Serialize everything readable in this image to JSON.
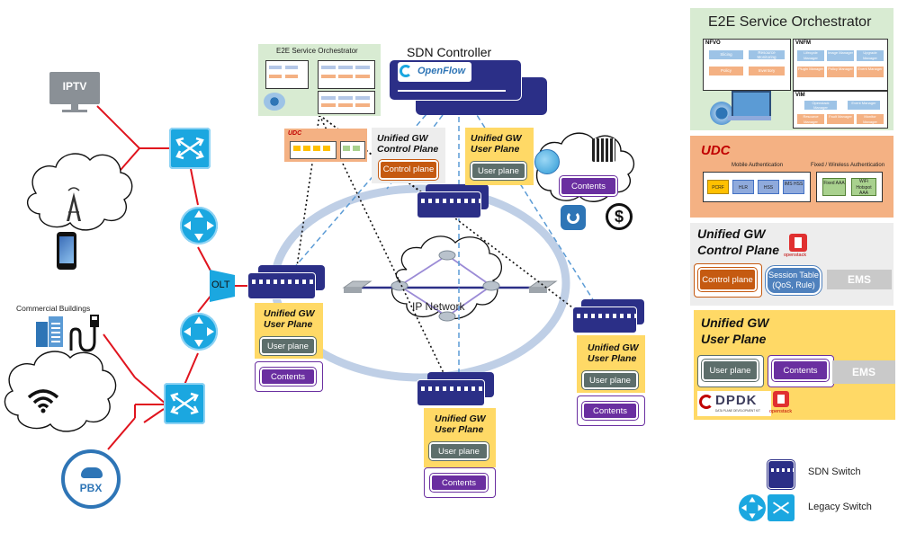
{
  "devices": {
    "iptv": "IPTV",
    "olt": "OLT",
    "pbx": "PBX",
    "commercial_buildings": "Commercial Buildings"
  },
  "center": {
    "sdn_controller": "SDN Controller",
    "openflow": "OpenFlow",
    "ip_network": "IP Network",
    "mini_e2e": "E2E Service Orchestrator",
    "mini_udc": "UDC",
    "ugw_control_title": "Unified GW Control Plane",
    "control_plane": "Control plane",
    "ugw_user_title": "Unified GW User Plane",
    "user_plane": "User plane",
    "contents": "Contents"
  },
  "legend": {
    "sdn_switch": "SDN Switch",
    "legacy_switch": "Legacy Switch"
  },
  "right": {
    "e2e": {
      "title": "E2E Service Orchestrator",
      "nfvo": "NFVO",
      "vnfm": "VNFM",
      "vim": "VIM",
      "nfvo_items": [
        "Slicing",
        "Resource Monitoring",
        "Policy",
        "Inventory"
      ],
      "vnfm_items": [
        "Lifecycle Manager",
        "Image Manager",
        "Upgrade Manager",
        "Plugin Manager",
        "Policy Manager",
        "Event Manager"
      ],
      "vim_items": [
        "Openstack Manager",
        "Event Manager",
        "Resource Manager",
        "Fault Manager",
        "Monitor Manager"
      ]
    },
    "udc": {
      "title": "UDC",
      "mobile_auth": "Mobile Authentication",
      "fixed_auth": "Fixed / Wireless Authentication",
      "mobile_items": [
        "PCRF",
        "HLR",
        "HSS",
        "IMS HSS"
      ],
      "fixed_items": [
        "Fixed AAA",
        "WiFi Hotspot AAA"
      ]
    },
    "ugw_cp": {
      "title_line1": "Unified GW",
      "title_line2": "Control Plane",
      "openstack": "openstack",
      "control_plane": "Control plane",
      "session_table": "Session Table (QoS, Rule)",
      "ems": "EMS"
    },
    "ugw_up": {
      "title_line1": "Unified GW",
      "title_line2": "User Plane",
      "user_plane": "User plane",
      "contents": "Contents",
      "ems": "EMS",
      "dpdk": "DPDK",
      "dpdk_sub": "DATA PLANE DEVELOPMENT KIT",
      "openstack": "openstack"
    }
  },
  "colors": {
    "red_link": "#e0141e",
    "ring": "#bfcfe6",
    "sdn_switch": "#2b2f87",
    "legacy_switch": "#1ba7e0",
    "e2e_bg": "#d8ebd2",
    "udc_bg": "#f4b183",
    "ugw_cp_bg": "#ededed",
    "ugw_up_bg": "#ffd966",
    "purple": "#6a2fa0",
    "gray_btn": "#5d6e6b",
    "orange_btn": "#c55a11"
  }
}
